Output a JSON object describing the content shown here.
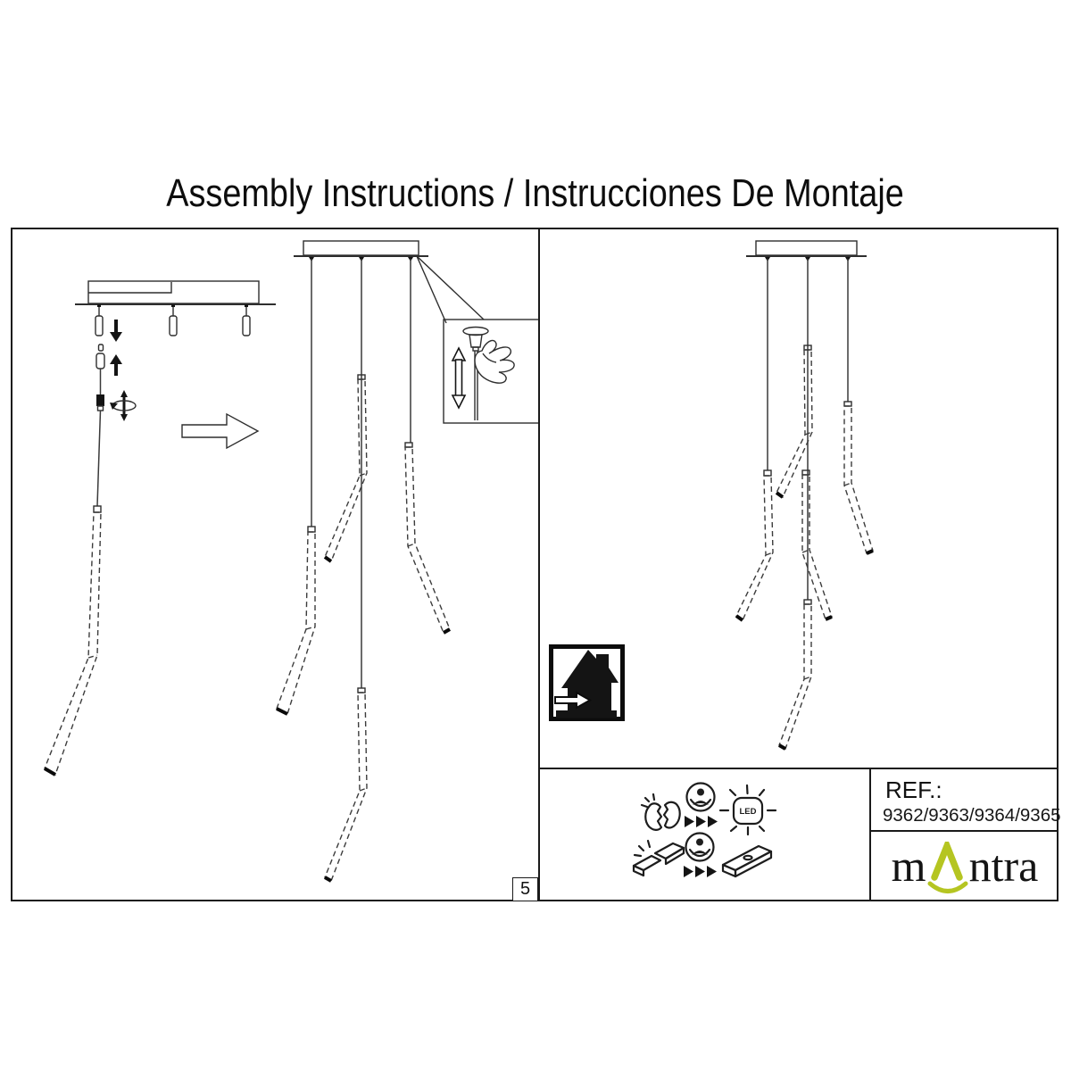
{
  "title": "Assembly Instructions / Instrucciones De Montaje",
  "page_number": "5",
  "ref_box": {
    "label": "REF.:",
    "numbers": "9362/9363/9364/9365"
  },
  "brand": {
    "prefix": "m",
    "suffix": "ntra",
    "accent_color": "#b5c521"
  },
  "led_icon_label": "LED",
  "icon_names": [
    "broken-lamp-icon",
    "professional-person-icon",
    "replace-arrows-icon",
    "led-lamp-icon",
    "broken-driver-icon",
    "led-driver-icon",
    "indoor-use-house-icon",
    "lower-arrow-icon",
    "raise-arrow-icon",
    "rotate-adjust-icon",
    "next-step-arrow-icon",
    "height-adjust-arrow-icon",
    "adjusting-hand-icon"
  ],
  "drawing_colors": {
    "line": "#2e2e2e",
    "tip": "#0a0a0a"
  }
}
